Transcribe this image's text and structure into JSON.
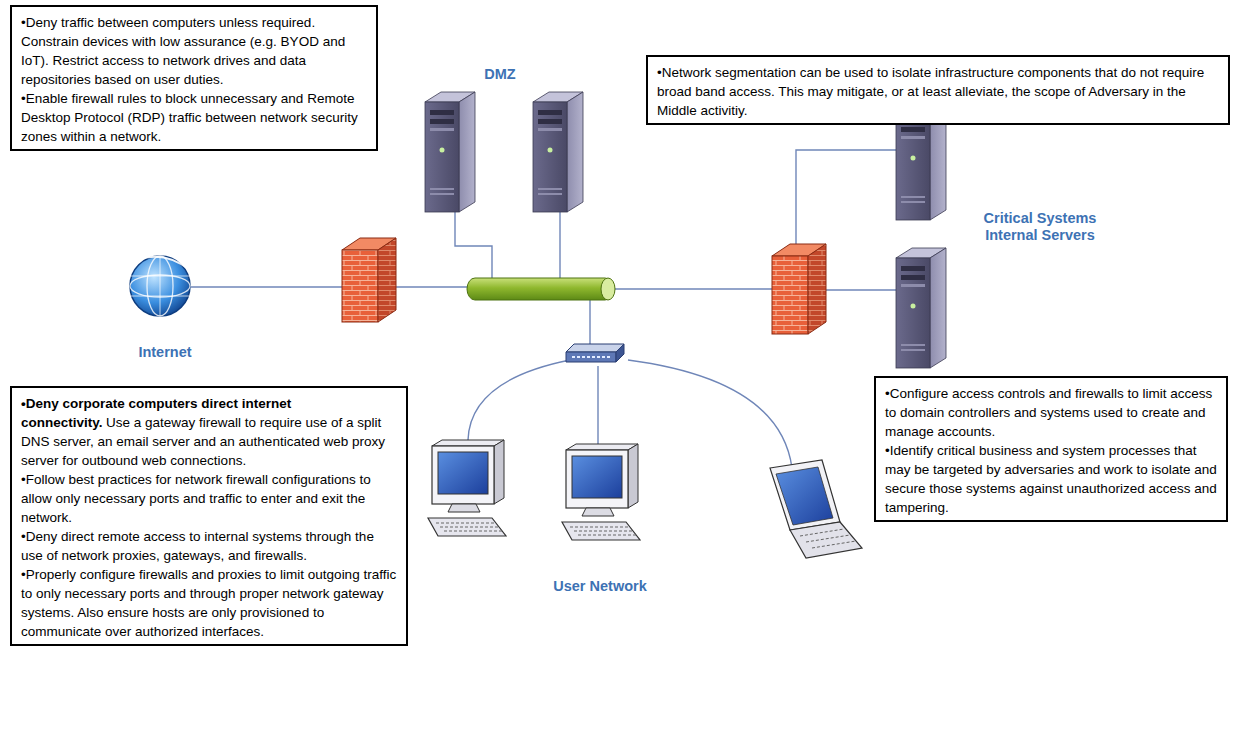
{
  "diagram": {
    "nodes": [
      {
        "text": [
          "•Deny traffic between computers unless required. Constrain devices with low assurance (e.g. BYOD and IoT). Restrict access to network drives and data repositories based on user duties.",
          "•Enable firewall rules to block unnecessary and Remote Desktop Protocol (RDP) traffic between network security zones within a network."
        ]
      },
      {
        "text": [
          "•Network segmentation can be used to isolate infrastructure components that do not require broad band access. This may mitigate, or at least alleviate, the scope of Adversary in the Middle activitiy."
        ]
      },
      {
        "text": [
          "•Deny corporate computers direct internet connectivity.",
          "Use a gateway firewall to require use of a split DNS server, an email server and an authenticated web proxy server for outbound web connections.",
          "•Follow best practices for network firewall configurations to allow only necessary ports and traffic to enter and exit the network.",
          "•Deny direct remote access to internal systems through the use of network proxies, gateways, and firewalls.",
          "•Properly configure firewalls and proxies to limit outgoing traffic to only necessary ports and through proper network gateway systems. Also ensure hosts are only provisioned to communicate over authorized interfaces."
        ]
      },
      {
        "text": [
          "•Configure access controls and firewalls to limit access to domain controllers and systems used to create and manage accounts.",
          "•Identify critical business and system processes that may be targeted by adversaries and work to isolate and secure those systems against unauthorized access and tampering."
        ]
      }
    ],
    "labels": [
      "DMZ",
      "Critical Systems Internal Servers",
      "Internet",
      "User Network"
    ]
  }
}
